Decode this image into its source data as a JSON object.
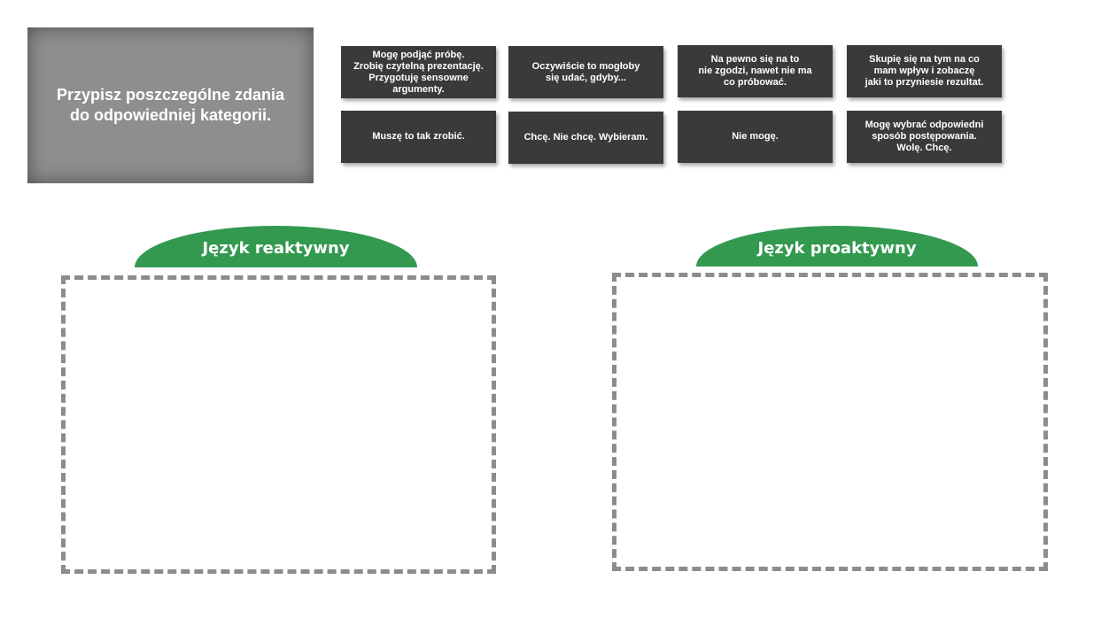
{
  "instruction": "Przypisz poszczególne zdania\ndo odpowiedniej kategorii.",
  "cards": [
    "Mogę podjąć próbę.\nZrobię czytelną prezentację.\nPrzygotuję sensowne argumenty.",
    "Oczywiście to mogłoby\nsię udać, gdyby...",
    "Na pewno się na to\nnie zgodzi, nawet nie ma\nco próbować.",
    "Skupię się na tym na co\nmam wpływ i zobaczę\njaki to przyniesie rezultat.",
    "Muszę to tak zrobić.",
    "Chcę. Nie chcę. Wybieram.",
    "Nie mogę.",
    "Mogę wybrać odpowiedni\nsposób postępowania.\nWolę. Chcę."
  ],
  "categories": [
    {
      "label": "Język reaktywny"
    },
    {
      "label": "Język proaktywny"
    }
  ],
  "colors": {
    "header_green": "#33994f",
    "card_dark": "#3a3a3a",
    "instruction_grey": "#8e8e8e",
    "dash_grey": "#8c8c8c"
  }
}
